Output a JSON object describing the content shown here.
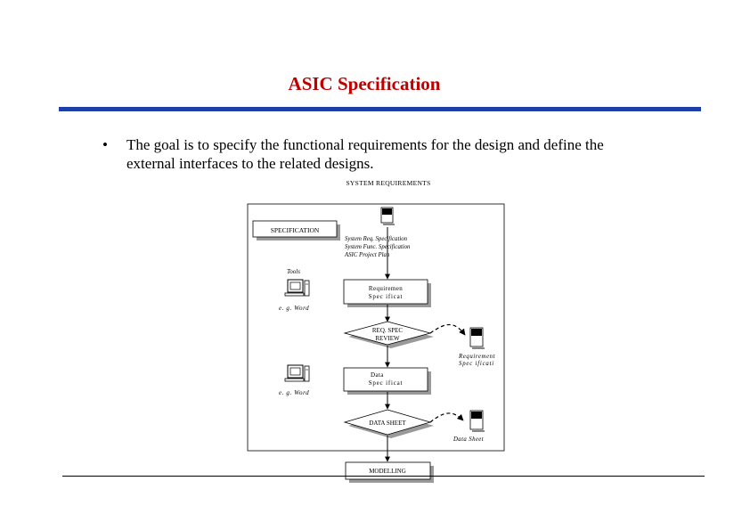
{
  "page": {
    "title": "ASIC Specification"
  },
  "bullet": {
    "text": "The goal is to specify the functional requirements for the design and define the external interfaces to the related designs."
  },
  "flow": {
    "system_requirements": "SYSTEM REQUIREMENTS",
    "specification": "SPECIFICATION",
    "inputs_line1": "System Req. Specification",
    "inputs_line2": "System Func. Specification",
    "inputs_line3": "ASIC Project Plan",
    "tools_label": "Tools",
    "req_spec_line1": "Requiremen",
    "req_spec_line2": "Spec ificat",
    "eg_word_1": "e. g. Word",
    "review_line1": "REQ. SPEC",
    "review_line2": "REVIEW",
    "req_out_line1": "Requirement",
    "req_out_line2": "Spec ificati",
    "data_spec_line1": "Data",
    "data_spec_line2": "Spec ificat",
    "eg_word_2": "e. g. Word",
    "data_sheet_decision": "DATA SHEET",
    "data_sheet_out": "Data Sheet",
    "modelling": "MODELLING"
  }
}
